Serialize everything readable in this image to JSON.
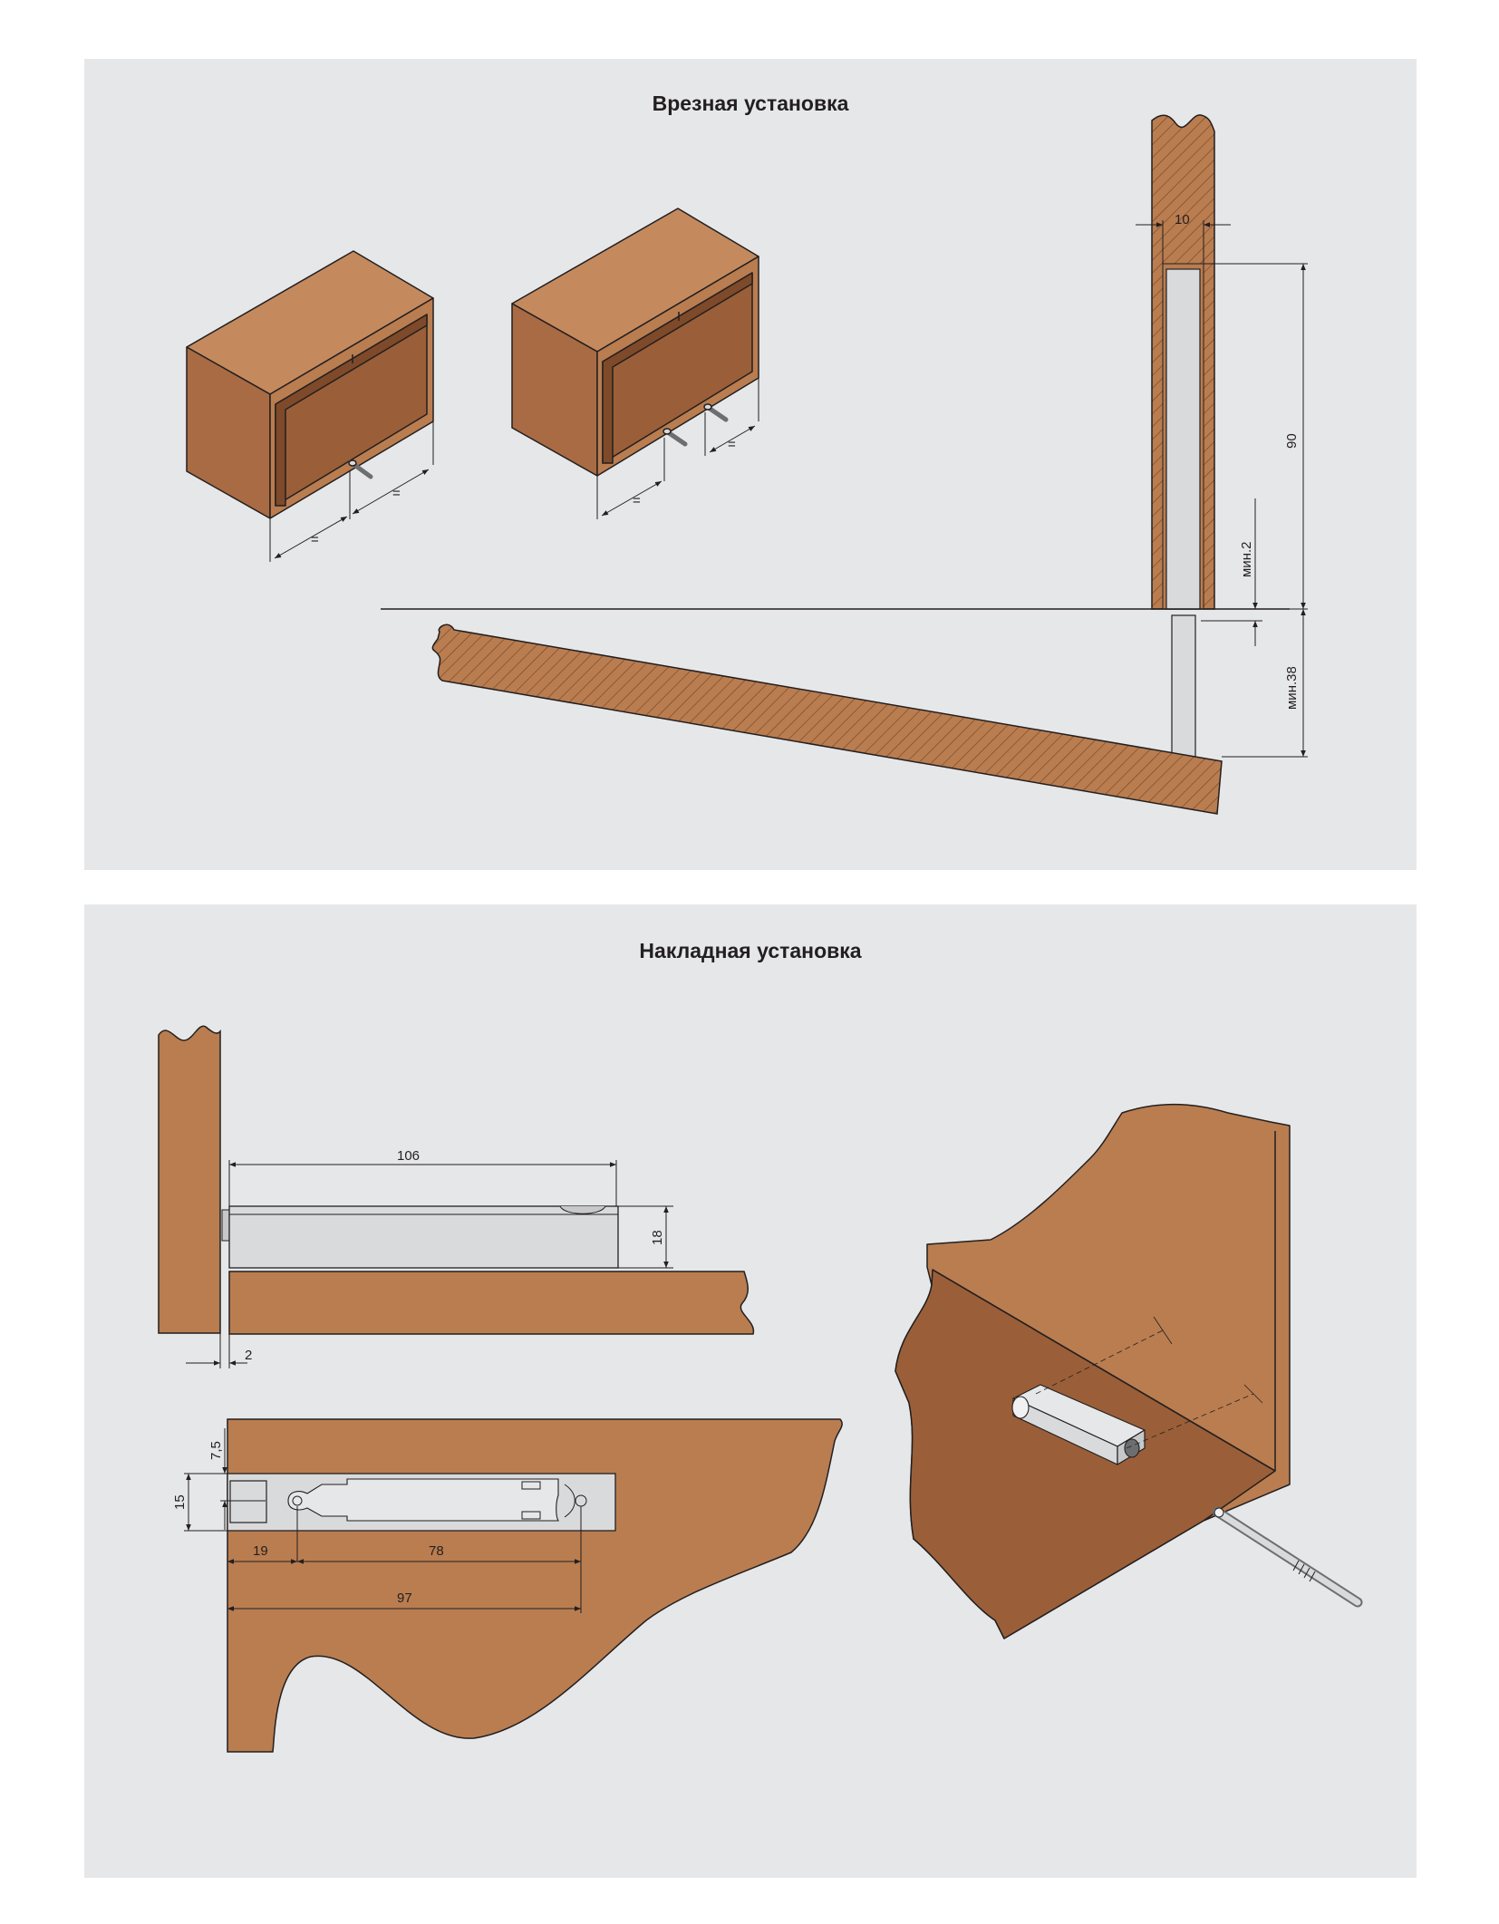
{
  "panels": {
    "top": {
      "title": "Врезная установка",
      "dims": {
        "width10": "10",
        "height90": "90",
        "min2": "мин.2",
        "min38": "мин.38",
        "eq": "="
      }
    },
    "bottom": {
      "title": "Накладная установка",
      "dims": {
        "d106": "106",
        "d18": "18",
        "d2": "2",
        "d7_5": "7,5",
        "d15": "15",
        "d19": "19",
        "d78": "78",
        "d97": "97"
      }
    }
  },
  "colors": {
    "wood": "#b97d50",
    "wood_dark": "#9a5f38",
    "metal": "#d9dadb",
    "background": "#e6e7e8",
    "line": "#231f20"
  }
}
